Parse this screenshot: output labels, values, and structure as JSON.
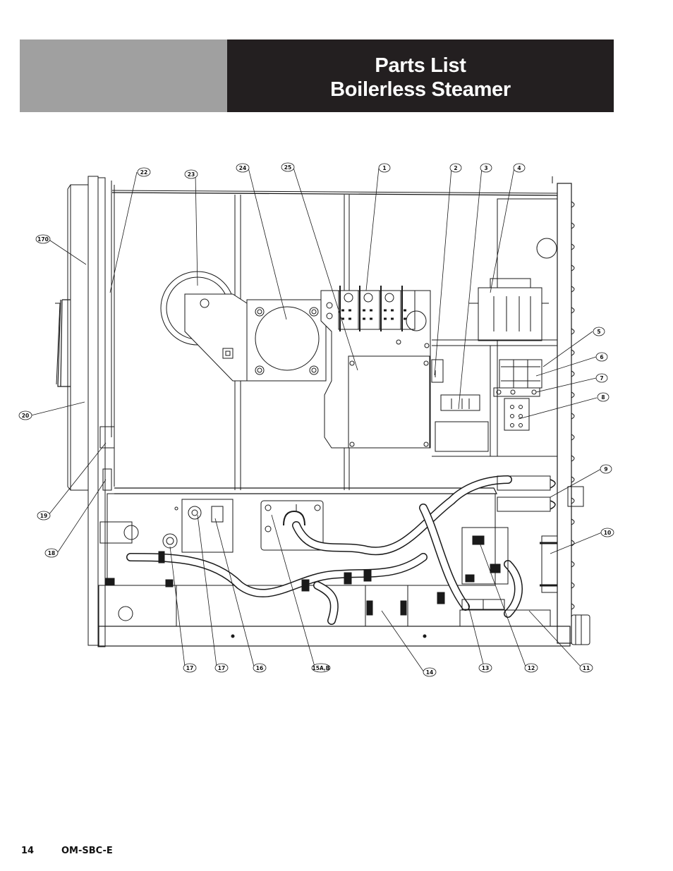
{
  "header": {
    "title_line1": "Parts List",
    "title_line2": "Boilerless Steamer"
  },
  "diagram": {
    "callouts": [
      "1",
      "2",
      "3",
      "4",
      "5",
      "6",
      "7",
      "8",
      "9",
      "10",
      "11",
      "12",
      "13",
      "14",
      "15A,B",
      "16",
      "17",
      "17",
      "18",
      "19",
      "20",
      "22",
      "23",
      "24",
      "25",
      "170"
    ]
  },
  "footer": {
    "page_number": "14",
    "doc_code": "OM-SBC-E"
  }
}
